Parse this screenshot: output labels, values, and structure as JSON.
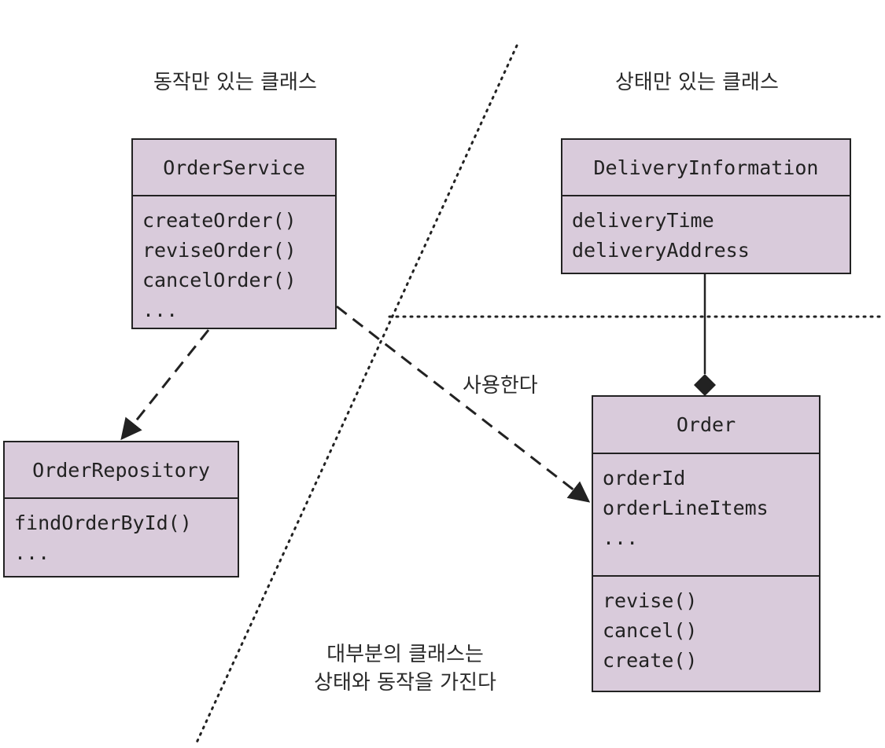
{
  "labels": {
    "behavior_only": "동작만 있는 클래스",
    "state_only": "상태만 있는 클래스",
    "uses": "사용한다",
    "most_classes_line1": "대부분의 클래스는",
    "most_classes_line2": "상태와 동작을 가진다"
  },
  "classes": {
    "order_service": {
      "name": "OrderService",
      "members": [
        "createOrder()",
        "reviseOrder()",
        "cancelOrder()",
        "..."
      ]
    },
    "order_repository": {
      "name": "OrderRepository",
      "members": [
        "findOrderById()",
        "..."
      ]
    },
    "delivery_information": {
      "name": "DeliveryInformation",
      "members": [
        "deliveryTime",
        "deliveryAddress"
      ]
    },
    "order": {
      "name": "Order",
      "attributes": [
        "orderId",
        "orderLineItems",
        "..."
      ],
      "methods": [
        "revise()",
        "cancel()",
        "create()"
      ]
    }
  },
  "colors": {
    "class_fill": "#d9cbdb",
    "stroke": "#222222"
  }
}
